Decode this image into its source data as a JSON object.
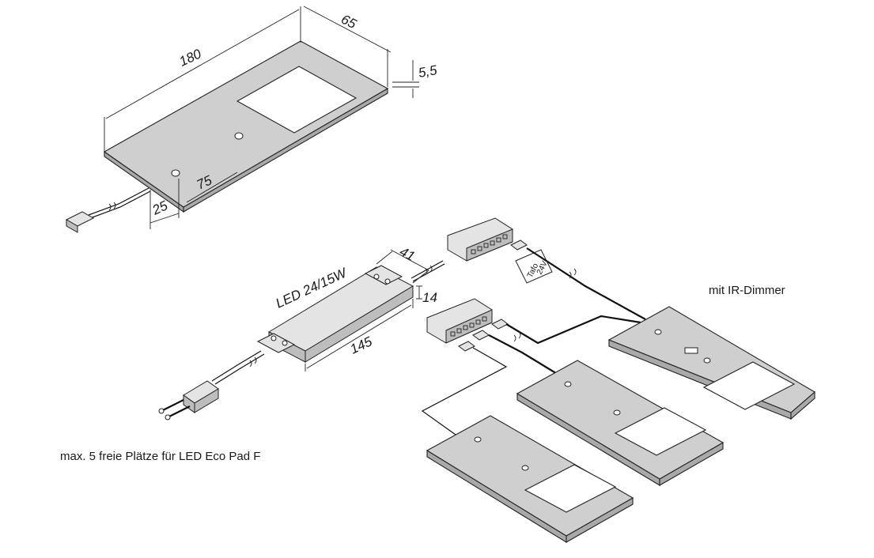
{
  "dimensions": {
    "length": "180",
    "width": "65",
    "height": "5,5",
    "offset_a": "25",
    "offset_b": "75",
    "driver_width": "41",
    "driver_height": "14",
    "driver_length": "145"
  },
  "driver_label": "LED 24/15W",
  "connector_tag_line1": "Tafo",
  "connector_tag_line2": "24V",
  "dimmer_label": "mit IR-Dimmer",
  "footnote": "max. 5 freie Plätze für LED Eco Pad F"
}
